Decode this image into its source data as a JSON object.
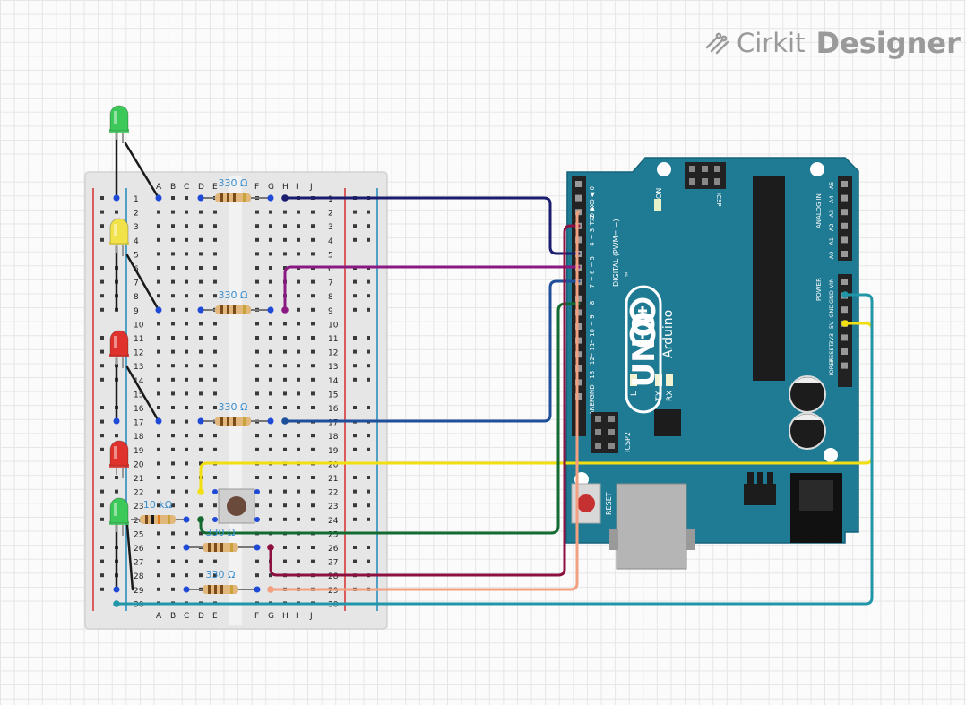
{
  "brand": {
    "logo_icon": "cirkit-logo-icon",
    "name": "Cirkit",
    "product": "Designer"
  },
  "breadboard": {
    "columns_left": [
      "A",
      "B",
      "C",
      "D",
      "E"
    ],
    "columns_right": [
      "F",
      "G",
      "H",
      "I",
      "J"
    ],
    "rows": [
      "1",
      "2",
      "3",
      "4",
      "5",
      "6",
      "7",
      "8",
      "9",
      "10",
      "11",
      "12",
      "13",
      "14",
      "15",
      "16",
      "17",
      "18",
      "19",
      "20",
      "21",
      "22",
      "23",
      "24",
      "25",
      "26",
      "27",
      "28",
      "29",
      "30"
    ]
  },
  "resistors": [
    {
      "label": "330 Ω"
    },
    {
      "label": "330 Ω"
    },
    {
      "label": "330 Ω"
    },
    {
      "label": "330 Ω"
    },
    {
      "label": "330 Ω"
    },
    {
      "label": "10 kΩ"
    }
  ],
  "leds": [
    {
      "color_name": "green",
      "color": "#3cc95a"
    },
    {
      "color_name": "yellow",
      "color": "#f2e24a"
    },
    {
      "color_name": "red",
      "color": "#e0322c"
    },
    {
      "color_name": "red",
      "color": "#e0322c"
    },
    {
      "color_name": "green",
      "color": "#3cc95a"
    }
  ],
  "arduino": {
    "model": "UNO",
    "brand": "Arduino",
    "tm": "™",
    "digital_header_label": "DIGITAL (PWM= ~)",
    "digital_pins": [
      "RX0 ◀ 0",
      "TX0 ▶ 1",
      "2",
      "~ 3",
      "4",
      "~ 5",
      "~ 6",
      "7",
      "8",
      "~ 9",
      "~ 10",
      "~ 11",
      "12",
      "13",
      "GND",
      "AREF"
    ],
    "analog_pins": [
      "A5",
      "A4",
      "A3",
      "A2",
      "A1",
      "A0"
    ],
    "analog_header_label": "ANALOG IN",
    "power_pins": [
      "VIN",
      "GND",
      "GND",
      "5V",
      "3V3",
      "RESET",
      "IOREF"
    ],
    "power_header_label": "POWER",
    "icsp_label": "ICSP",
    "icsp2_label": "ICSP2",
    "on_label": "ON",
    "led_labels": [
      "L",
      "TX",
      "RX"
    ],
    "reset_label": "RESET",
    "board_color": "#1f7b94"
  },
  "wire_colors": {
    "navy": "#1a1d6e",
    "purple": "#8a1a82",
    "blue": "#1f4f9a",
    "yellow": "#f2df12",
    "dark_green": "#146b32",
    "maroon": "#8c1040",
    "salmon": "#f2a080",
    "teal": "#2196a8",
    "black": "#1a1a1a"
  }
}
